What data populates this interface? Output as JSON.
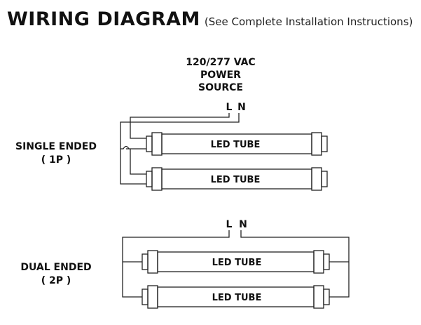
{
  "title": {
    "main": "WIRING DIAGRAM",
    "sub": "(See Complete Installation Instructions)"
  },
  "power_source": {
    "line1": "120/277 VAC",
    "line2": "POWER SOURCE"
  },
  "single_ended": {
    "label_line1": "SINGLE ENDED",
    "label_line2": "( 1P )",
    "terminal_l": "L",
    "terminal_n": "N",
    "tubes": [
      "LED TUBE",
      "LED TUBE"
    ]
  },
  "dual_ended": {
    "label_line1": "DUAL ENDED",
    "label_line2": "( 2P )",
    "terminal_l": "L",
    "terminal_n": "N",
    "tubes": [
      "LED TUBE",
      "LED TUBE"
    ]
  }
}
